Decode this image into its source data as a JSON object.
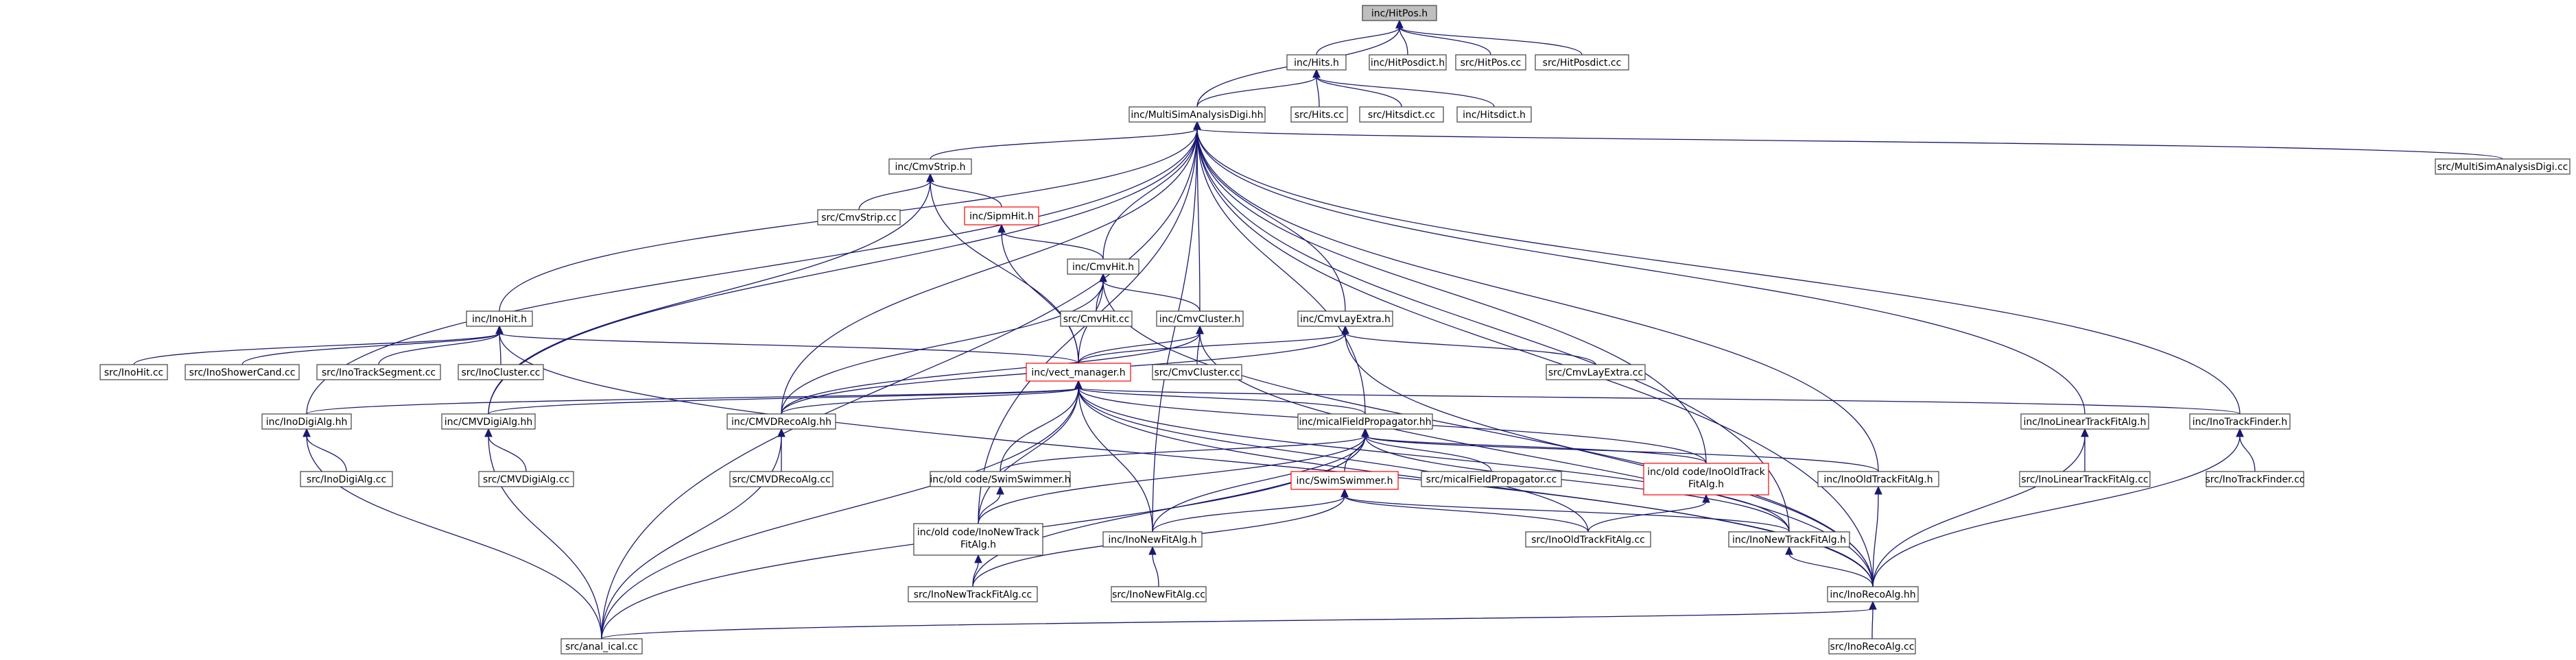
{
  "title": "",
  "colors": {
    "edge": "#191970",
    "node_border": "#404040",
    "highlight_border": "#ff0000",
    "root_fill": "#bfbfbf"
  },
  "nodes": [
    {
      "id": "hitpos_h",
      "label": "inc/HitPos.h",
      "root": true
    },
    {
      "id": "hits_h",
      "label": "inc/Hits.h"
    },
    {
      "id": "hitposdict_h",
      "label": "inc/HitPosdict.h"
    },
    {
      "id": "hitpos_cc",
      "label": "src/HitPos.cc"
    },
    {
      "id": "hitposdict_cc",
      "label": "src/HitPosdict.cc"
    },
    {
      "id": "msad_hh",
      "label": "inc/MultiSimAnalysisDigi.hh"
    },
    {
      "id": "hits_cc",
      "label": "src/Hits.cc"
    },
    {
      "id": "hitsdict_cc",
      "label": "src/Hitsdict.cc"
    },
    {
      "id": "hitsdict_h",
      "label": "inc/Hitsdict.h"
    },
    {
      "id": "cmvstrip_h",
      "label": "inc/CmvStrip.h"
    },
    {
      "id": "msad_cc",
      "label": "src/MultiSimAnalysisDigi.cc"
    },
    {
      "id": "cmvstrip_cc",
      "label": "src/CmvStrip.cc"
    },
    {
      "id": "sipmhit_h",
      "label": "inc/SipmHit.h",
      "red": true
    },
    {
      "id": "cmvhit_h",
      "label": "inc/CmvHit.h"
    },
    {
      "id": "inohit_h",
      "label": "inc/InoHit.h"
    },
    {
      "id": "cmvhit_cc",
      "label": "src/CmvHit.cc"
    },
    {
      "id": "cmvcluster_h",
      "label": "inc/CmvCluster.h"
    },
    {
      "id": "cmvlayextra_h",
      "label": "inc/CmvLayExtra.h"
    },
    {
      "id": "inohit_cc",
      "label": "src/InoHit.cc"
    },
    {
      "id": "inoshowercand_cc",
      "label": "src/InoShowerCand.cc"
    },
    {
      "id": "inotracksegment_cc",
      "label": "src/InoTrackSegment.cc"
    },
    {
      "id": "inocluster_cc",
      "label": "src/InoCluster.cc"
    },
    {
      "id": "vect_manager_h",
      "label": "inc/vect_manager.h",
      "red": true
    },
    {
      "id": "cmvcluster_cc",
      "label": "src/CmvCluster.cc"
    },
    {
      "id": "cmvlayextra_cc",
      "label": "src/CmvLayExtra.cc"
    },
    {
      "id": "inodigialg_hh",
      "label": "inc/InoDigiAlg.hh"
    },
    {
      "id": "cmvdigialg_hh",
      "label": "inc/CMVDigiAlg.hh"
    },
    {
      "id": "cmvdrecoalg_hh",
      "label": "inc/CMVDRecoAlg.hh"
    },
    {
      "id": "micalfield_hh",
      "label": "inc/micalFieldPropagator.hh"
    },
    {
      "id": "inolineartrackfitalg_h",
      "label": "inc/InoLinearTrackFitAlg.h"
    },
    {
      "id": "inotrackfinder_h",
      "label": "inc/InoTrackFinder.h"
    },
    {
      "id": "inodigialg_cc",
      "label": "src/InoDigiAlg.cc"
    },
    {
      "id": "cmvdigialg_cc",
      "label": "src/CMVDigiAlg.cc"
    },
    {
      "id": "cmvdrecoalg_cc",
      "label": "src/CMVDRecoAlg.cc"
    },
    {
      "id": "oldswim_h",
      "label": "inc/old code/SwimSwimmer.h"
    },
    {
      "id": "swimswimmer_h",
      "label": "inc/SwimSwimmer.h",
      "red": true
    },
    {
      "id": "micalfield_cc",
      "label": "src/micalFieldPropagator.cc"
    },
    {
      "id": "oldinooldtrack_h",
      "label": "inc/old code/InoOldTrackFitAlg.h",
      "lines": [
        "inc/old code/InoOldTrack",
        "FitAlg.h"
      ],
      "red": true
    },
    {
      "id": "inooldtrackfitalg_h",
      "label": "inc/InoOldTrackFitAlg.h"
    },
    {
      "id": "inolineartrackfitalg_cc",
      "label": "src/InoLinearTrackFitAlg.cc"
    },
    {
      "id": "inotrackfinder_cc",
      "label": "src/InoTrackFinder.cc"
    },
    {
      "id": "oldinonewtrack_h",
      "label": "inc/old code/InoNewTrackFitAlg.h",
      "lines": [
        "inc/old code/InoNewTrack",
        "FitAlg.h"
      ]
    },
    {
      "id": "inonewfitalg_h",
      "label": "inc/InoNewFitAlg.h"
    },
    {
      "id": "inooldtrackfitalg_cc",
      "label": "src/InoOldTrackFitAlg.cc"
    },
    {
      "id": "inonewtrackfitalg_h",
      "label": "inc/InoNewTrackFitAlg.h"
    },
    {
      "id": "inonewtrackfitalg_cc",
      "label": "src/InoNewTrackFitAlg.cc"
    },
    {
      "id": "inonewfitalg_cc",
      "label": "src/InoNewFitAlg.cc"
    },
    {
      "id": "inorecoalg_hh",
      "label": "inc/InoRecoAlg.hh"
    },
    {
      "id": "anal_ical_cc",
      "label": "src/anal_ical.cc"
    },
    {
      "id": "inorecoalg_cc",
      "label": "src/InoRecoAlg.cc"
    }
  ],
  "edges": [
    [
      "hitpos_h",
      "hits_h"
    ],
    [
      "hitpos_h",
      "hitposdict_h"
    ],
    [
      "hitpos_h",
      "hitpos_cc"
    ],
    [
      "hitpos_h",
      "hitposdict_cc"
    ],
    [
      "hitpos_h",
      "msad_hh"
    ],
    [
      "hits_h",
      "msad_hh"
    ],
    [
      "hits_h",
      "hits_cc"
    ],
    [
      "hits_h",
      "hitsdict_cc"
    ],
    [
      "hits_h",
      "hitsdict_h"
    ],
    [
      "msad_hh",
      "cmvstrip_h"
    ],
    [
      "msad_hh",
      "msad_cc"
    ],
    [
      "msad_hh",
      "cmvhit_h"
    ],
    [
      "msad_hh",
      "inohit_h"
    ],
    [
      "msad_hh",
      "cmvcluster_h"
    ],
    [
      "msad_hh",
      "cmvlayextra_h"
    ],
    [
      "msad_hh",
      "inodigialg_hh"
    ],
    [
      "msad_hh",
      "cmvdigialg_hh"
    ],
    [
      "msad_hh",
      "cmvdrecoalg_hh"
    ],
    [
      "msad_hh",
      "micalfield_hh"
    ],
    [
      "msad_hh",
      "inolineartrackfitalg_h"
    ],
    [
      "msad_hh",
      "inotrackfinder_h"
    ],
    [
      "msad_hh",
      "oldinooldtrack_h"
    ],
    [
      "msad_hh",
      "inooldtrackfitalg_h"
    ],
    [
      "msad_hh",
      "oldinonewtrack_h"
    ],
    [
      "msad_hh",
      "inonewfitalg_h"
    ],
    [
      "msad_hh",
      "inonewtrackfitalg_h"
    ],
    [
      "msad_hh",
      "inorecoalg_hh"
    ],
    [
      "msad_hh",
      "anal_ical_cc"
    ],
    [
      "cmvstrip_h",
      "cmvstrip_cc"
    ],
    [
      "cmvstrip_h",
      "sipmhit_h"
    ],
    [
      "cmvstrip_h",
      "vect_manager_h"
    ],
    [
      "cmvstrip_h",
      "cmvdigialg_hh"
    ],
    [
      "sipmhit_h",
      "cmvhit_h"
    ],
    [
      "sipmhit_h",
      "vect_manager_h"
    ],
    [
      "cmvhit_h",
      "cmvhit_cc"
    ],
    [
      "cmvhit_h",
      "cmvcluster_h"
    ],
    [
      "cmvhit_h",
      "vect_manager_h"
    ],
    [
      "cmvhit_h",
      "cmvdrecoalg_hh"
    ],
    [
      "cmvhit_h",
      "inorecoalg_hh"
    ],
    [
      "inohit_h",
      "inohit_cc"
    ],
    [
      "inohit_h",
      "inoshowercand_cc"
    ],
    [
      "inohit_h",
      "inotracksegment_cc"
    ],
    [
      "inohit_h",
      "inocluster_cc"
    ],
    [
      "inohit_h",
      "vect_manager_h"
    ],
    [
      "inohit_h",
      "inorecoalg_hh"
    ],
    [
      "cmvcluster_h",
      "cmvcluster_cc"
    ],
    [
      "cmvcluster_h",
      "vect_manager_h"
    ],
    [
      "cmvcluster_h",
      "cmvdrecoalg_hh"
    ],
    [
      "cmvcluster_h",
      "inorecoalg_hh"
    ],
    [
      "cmvlayextra_h",
      "cmvlayextra_cc"
    ],
    [
      "cmvlayextra_h",
      "vect_manager_h"
    ],
    [
      "cmvlayextra_h",
      "cmvdrecoalg_hh"
    ],
    [
      "cmvlayextra_h",
      "inorecoalg_hh"
    ],
    [
      "vect_manager_h",
      "inodigialg_hh"
    ],
    [
      "vect_manager_h",
      "cmvdigialg_hh"
    ],
    [
      "vect_manager_h",
      "cmvdrecoalg_hh"
    ],
    [
      "vect_manager_h",
      "micalfield_hh"
    ],
    [
      "vect_manager_h",
      "oldswim_h"
    ],
    [
      "vect_manager_h",
      "inotrackfinder_h"
    ],
    [
      "vect_manager_h",
      "oldinooldtrack_h"
    ],
    [
      "vect_manager_h",
      "oldinonewtrack_h"
    ],
    [
      "vect_manager_h",
      "inonewfitalg_h"
    ],
    [
      "vect_manager_h",
      "inooldtrackfitalg_cc"
    ],
    [
      "vect_manager_h",
      "inonewtrackfitalg_h"
    ],
    [
      "vect_manager_h",
      "inorecoalg_hh"
    ],
    [
      "vect_manager_h",
      "anal_ical_cc"
    ],
    [
      "inodigialg_hh",
      "inodigialg_cc"
    ],
    [
      "inodigialg_hh",
      "anal_ical_cc"
    ],
    [
      "cmvdigialg_hh",
      "cmvdigialg_cc"
    ],
    [
      "cmvdigialg_hh",
      "anal_ical_cc"
    ],
    [
      "cmvdrecoalg_hh",
      "cmvdrecoalg_cc"
    ],
    [
      "cmvdrecoalg_hh",
      "anal_ical_cc"
    ],
    [
      "micalfield_hh",
      "oldswim_h"
    ],
    [
      "micalfield_hh",
      "swimswimmer_h"
    ],
    [
      "micalfield_hh",
      "micalfield_cc"
    ],
    [
      "micalfield_hh",
      "oldinooldtrack_h"
    ],
    [
      "micalfield_hh",
      "inooldtrackfitalg_h"
    ],
    [
      "micalfield_hh",
      "oldinonewtrack_h"
    ],
    [
      "micalfield_hh",
      "inonewfitalg_h"
    ],
    [
      "micalfield_hh",
      "inonewtrackfitalg_h"
    ],
    [
      "micalfield_hh",
      "inonewtrackfitalg_cc"
    ],
    [
      "micalfield_hh",
      "anal_ical_cc"
    ],
    [
      "oldswim_h",
      "oldinonewtrack_h"
    ],
    [
      "swimswimmer_h",
      "inonewfitalg_h"
    ],
    [
      "swimswimmer_h",
      "inooldtrackfitalg_cc"
    ],
    [
      "swimswimmer_h",
      "inonewtrackfitalg_h"
    ],
    [
      "swimswimmer_h",
      "inonewtrackfitalg_cc"
    ],
    [
      "oldinooldtrack_h",
      "inooldtrackfitalg_cc"
    ],
    [
      "inooldtrackfitalg_h",
      "inorecoalg_hh"
    ],
    [
      "inolineartrackfitalg_h",
      "inolineartrackfitalg_cc"
    ],
    [
      "inolineartrackfitalg_h",
      "inorecoalg_hh"
    ],
    [
      "inotrackfinder_h",
      "inotrackfinder_cc"
    ],
    [
      "inotrackfinder_h",
      "inorecoalg_hh"
    ],
    [
      "oldinonewtrack_h",
      "inonewtrackfitalg_cc"
    ],
    [
      "inonewfitalg_h",
      "inonewfitalg_cc"
    ],
    [
      "inonewtrackfitalg_h",
      "inorecoalg_hh"
    ],
    [
      "inorecoalg_hh",
      "anal_ical_cc"
    ],
    [
      "inorecoalg_hh",
      "inorecoalg_cc"
    ]
  ]
}
